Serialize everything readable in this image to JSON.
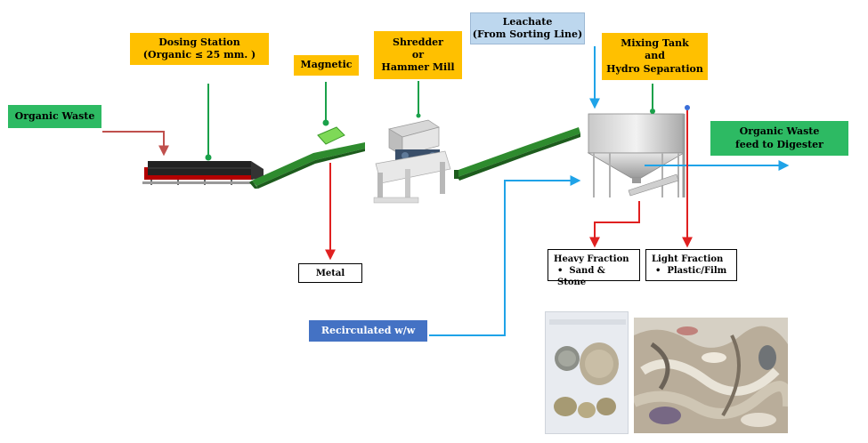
{
  "labels": {
    "organic_waste": "Organic Waste",
    "dosing_station_line1": "Dosing Station",
    "dosing_station_line2": "(Organic ≤ 25 mm. )",
    "magnetic": "Magnetic",
    "shredder_line1": "Shredder",
    "shredder_line2": "or",
    "shredder_line3": "Hammer Mill",
    "leachate_line1": "Leachate",
    "leachate_line2": "(From Sorting Line)",
    "mixing_line1": "Mixing Tank",
    "mixing_line2": "and",
    "mixing_line3": "Hydro Separation",
    "feed_line1": "Organic Waste",
    "feed_line2": "feed to Digester",
    "metal": "Metal",
    "heavy_title": "Heavy Fraction",
    "heavy_item": "Sand & Stone",
    "light_title": "Light Fraction",
    "light_item": "Plastic/Film",
    "recirculated": "Recirculated w/w"
  },
  "colors": {
    "yellow_box": "#ffc000",
    "green_box": "#2dba63",
    "blue_box": "#4472c4",
    "light_blue_box": "#bdd7ee",
    "green_arrow": "#1aa14a",
    "red_arrow": "#e02020",
    "blue_arrow": "#1fa3e8",
    "conveyor": "#2e8b2e"
  },
  "icons": {
    "dosing_station": "dosing-conveyor",
    "magnetic_separator": "magnet-plate",
    "shredder": "shredder-machine",
    "mixing_tank": "hopper-tank",
    "sample_photo": "sand-stone-samples",
    "light_fraction_photo": "plastic-film-waste"
  }
}
